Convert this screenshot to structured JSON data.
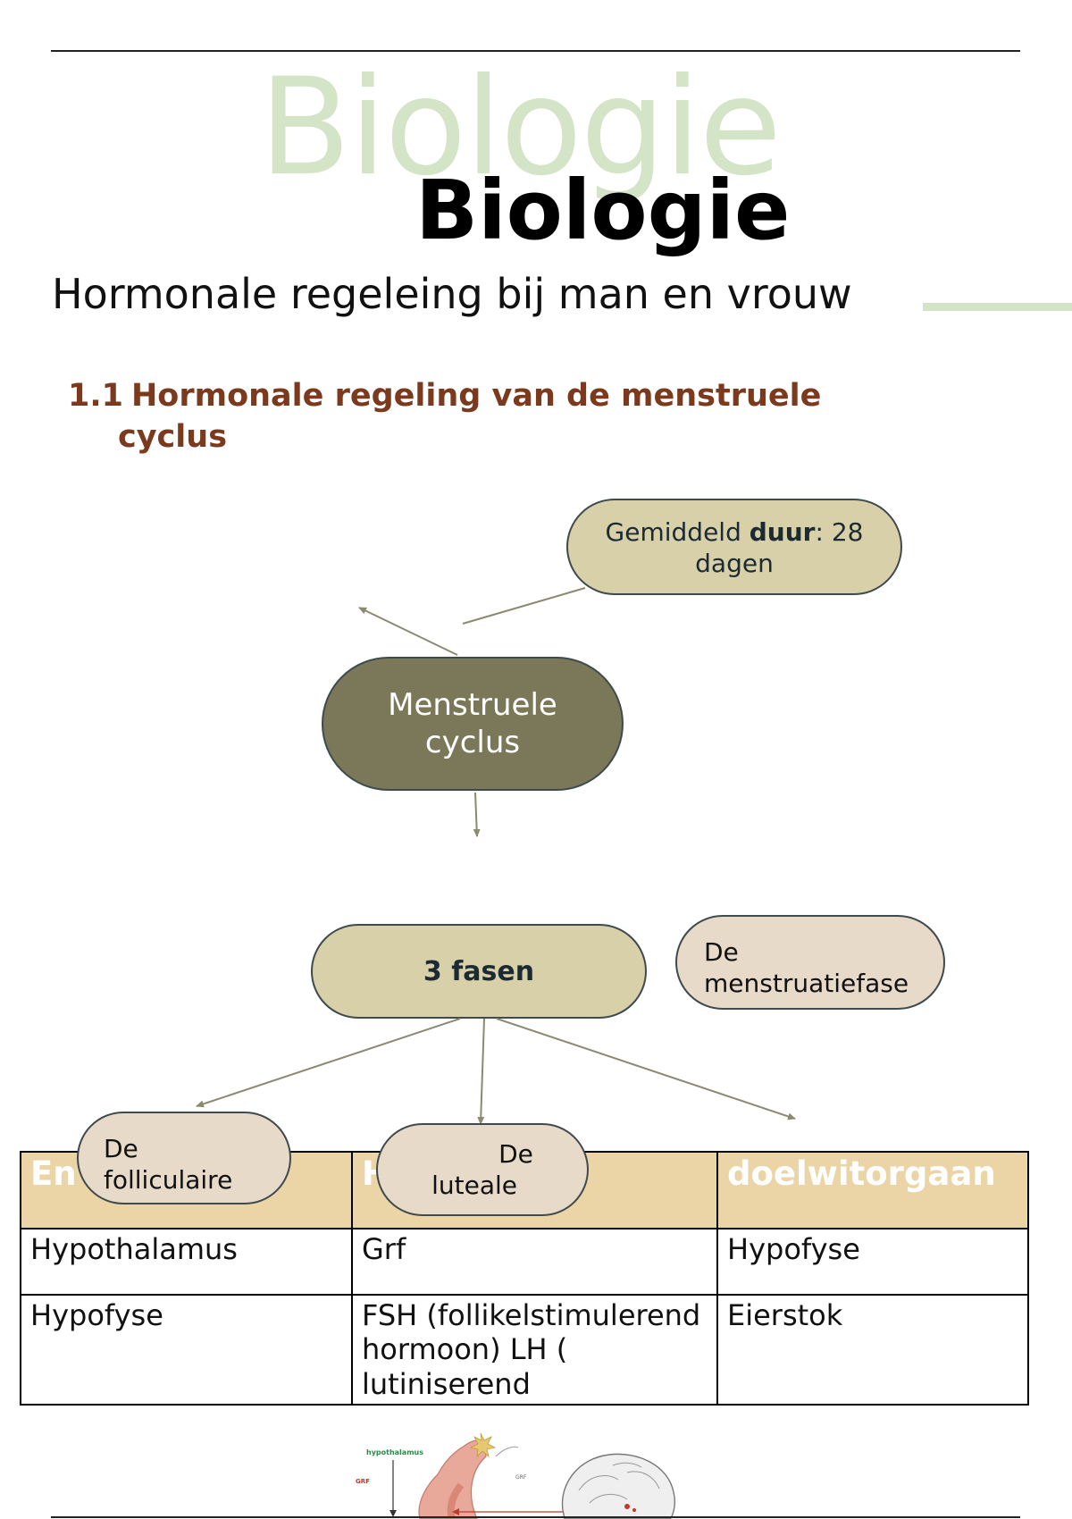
{
  "header": {
    "watermark": "Biologie",
    "title": "Biologie",
    "subtitle": "Hormonale regeleing bij man en vrouw"
  },
  "section": {
    "number": "1.1",
    "title_line1": "Hormonale regeling van de menstruele",
    "title_line2": "cyclus"
  },
  "diagram": {
    "duur_prefix": "Gemiddeld ",
    "duur_bold": "duur",
    "duur_suffix": ": 28 dagen",
    "center_line1": "Menstruele",
    "center_line2": "cyclus",
    "phases": "3 fasen",
    "phase_menstruatie": "De menstruatiefase",
    "phase_folliculaire": "De folliculaire",
    "phase_luteale_line1": "De",
    "phase_luteale_line2": "luteale"
  },
  "table": {
    "headers": [
      "En klieren",
      "H",
      "doelwitorgaan"
    ],
    "rows": [
      [
        "Hypothalamus",
        "Grf",
        "Hypofyse"
      ],
      [
        "Hypofyse",
        "FSH (follikelstimulerend hormoon) LH ( lutiniserend",
        "Eierstok"
      ]
    ]
  },
  "illustration": {
    "label_hypothalamus": "hypothalamus",
    "label_grf_left": "GRF",
    "label_grf_right": "GRF"
  },
  "colors": {
    "watermark": "#d4e4c6",
    "heading": "#7b3a1d",
    "node_tan": "#d8d0a9",
    "node_dark": "#7a7858",
    "node_light": "#e8dac8",
    "table_header": "#ebd5a7",
    "arrow": "#8a8a70"
  }
}
